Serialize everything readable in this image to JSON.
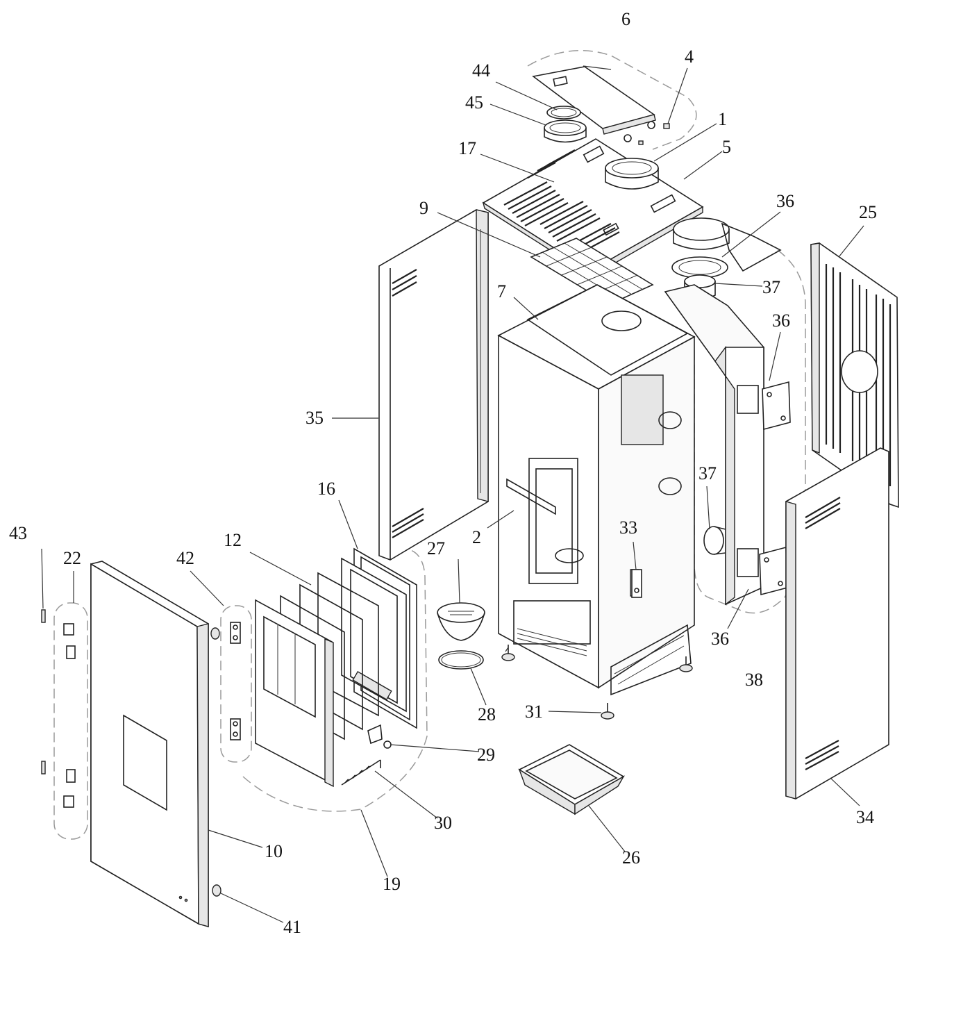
{
  "callouts": [
    {
      "id": "c1",
      "text": "1"
    },
    {
      "id": "c2",
      "text": "2"
    },
    {
      "id": "c4",
      "text": "4"
    },
    {
      "id": "c5",
      "text": "5"
    },
    {
      "id": "c6",
      "text": "6"
    },
    {
      "id": "c7",
      "text": "7"
    },
    {
      "id": "c9",
      "text": "9"
    },
    {
      "id": "c10",
      "text": "10"
    },
    {
      "id": "c12",
      "text": "12"
    },
    {
      "id": "c16",
      "text": "16"
    },
    {
      "id": "c17",
      "text": "17"
    },
    {
      "id": "c19",
      "text": "19"
    },
    {
      "id": "c22",
      "text": "22"
    },
    {
      "id": "c25",
      "text": "25"
    },
    {
      "id": "c26",
      "text": "26"
    },
    {
      "id": "c27",
      "text": "27"
    },
    {
      "id": "c28",
      "text": "28"
    },
    {
      "id": "c29",
      "text": "29"
    },
    {
      "id": "c30",
      "text": "30"
    },
    {
      "id": "c31",
      "text": "31"
    },
    {
      "id": "c33",
      "text": "33"
    },
    {
      "id": "c34",
      "text": "34"
    },
    {
      "id": "c35",
      "text": "35"
    },
    {
      "id": "c36a",
      "text": "36"
    },
    {
      "id": "c36b",
      "text": "36"
    },
    {
      "id": "c36c",
      "text": "36"
    },
    {
      "id": "c37a",
      "text": "37"
    },
    {
      "id": "c37b",
      "text": "37"
    },
    {
      "id": "c38",
      "text": "38"
    },
    {
      "id": "c41",
      "text": "41"
    },
    {
      "id": "c42",
      "text": "42"
    },
    {
      "id": "c43",
      "text": "43"
    },
    {
      "id": "c44",
      "text": "44"
    },
    {
      "id": "c45",
      "text": "45"
    }
  ]
}
